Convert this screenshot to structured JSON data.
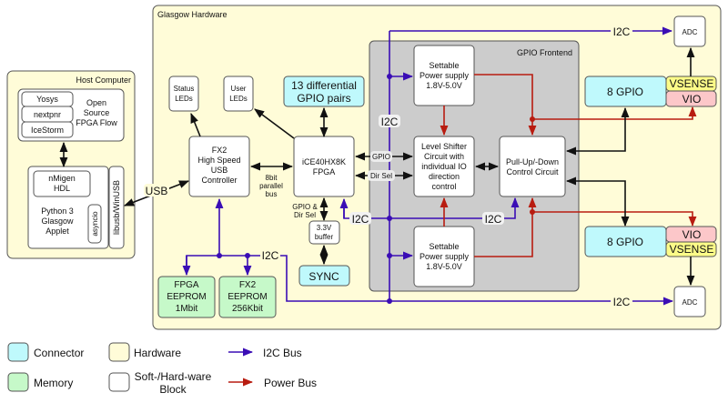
{
  "colors": {
    "connector": "#bff9fc",
    "hardware": "#fffcd8",
    "memory": "#c6f9c9",
    "block": "#ffffff",
    "frontend": "#cccccc",
    "i2c": "#3a0db5",
    "power": "#b81c10",
    "vsense": "#fcfb88",
    "vio": "#fcc7c9"
  },
  "host": {
    "title": "Host Computer",
    "flow": {
      "tools": [
        "Yosys",
        "nextpnr",
        "IceStorm"
      ],
      "label": [
        "Open",
        "Source",
        "FPGA Flow"
      ]
    },
    "nmigen": [
      "nMigen",
      "HDL"
    ],
    "applet": [
      "Python 3",
      "Glasgow",
      "Applet"
    ],
    "asyncio": "asyncio",
    "libusb": "libusb/WinUSB"
  },
  "hardware": {
    "title": "Glasgow Hardware",
    "status_leds": [
      "Status",
      "LEDs"
    ],
    "user_leds": [
      "User",
      "LEDs"
    ],
    "diff_gpio": [
      "13 differential",
      "GPIO pairs"
    ],
    "fx2": [
      "FX2",
      "High Speed",
      "USB",
      "Controller"
    ],
    "fpga": [
      "iCE40HX8K",
      "FPGA"
    ],
    "bus_label": [
      "8bit",
      "parallel",
      "bus"
    ],
    "gpio_dirsel": [
      "GPIO &",
      "Dir Sel"
    ],
    "buffer": [
      "3.3V",
      "buffer"
    ],
    "sync": "SYNC",
    "fpga_eeprom": [
      "FPGA",
      "EEPROM",
      "1Mbit"
    ],
    "fx2_eeprom": [
      "FX2",
      "EEPROM",
      "256Kbit"
    ],
    "usb": "USB",
    "i2c": "I2C",
    "gpio_label": "GPIO",
    "dirsel_label": "Dir Sel"
  },
  "frontend": {
    "title": "GPIO Frontend",
    "power_supply": [
      "Settable",
      "Power supply",
      "1.8V-5.0V"
    ],
    "level_shifter": [
      "Level Shifter",
      "Circuit with",
      "individual IO",
      "direction",
      "control"
    ],
    "pullup": [
      "Pull-Up/-Down",
      "Control Circuit"
    ]
  },
  "ports": {
    "gpio8": "8 GPIO",
    "vsense": "VSENSE",
    "vio": "VIO",
    "adc": "ADC"
  },
  "legend": {
    "connector": "Connector",
    "hardware": "Hardware",
    "i2c_bus": "I2C Bus",
    "memory": "Memory",
    "block": [
      "Soft-/Hard-ware",
      "Block"
    ],
    "power_bus": "Power Bus"
  }
}
